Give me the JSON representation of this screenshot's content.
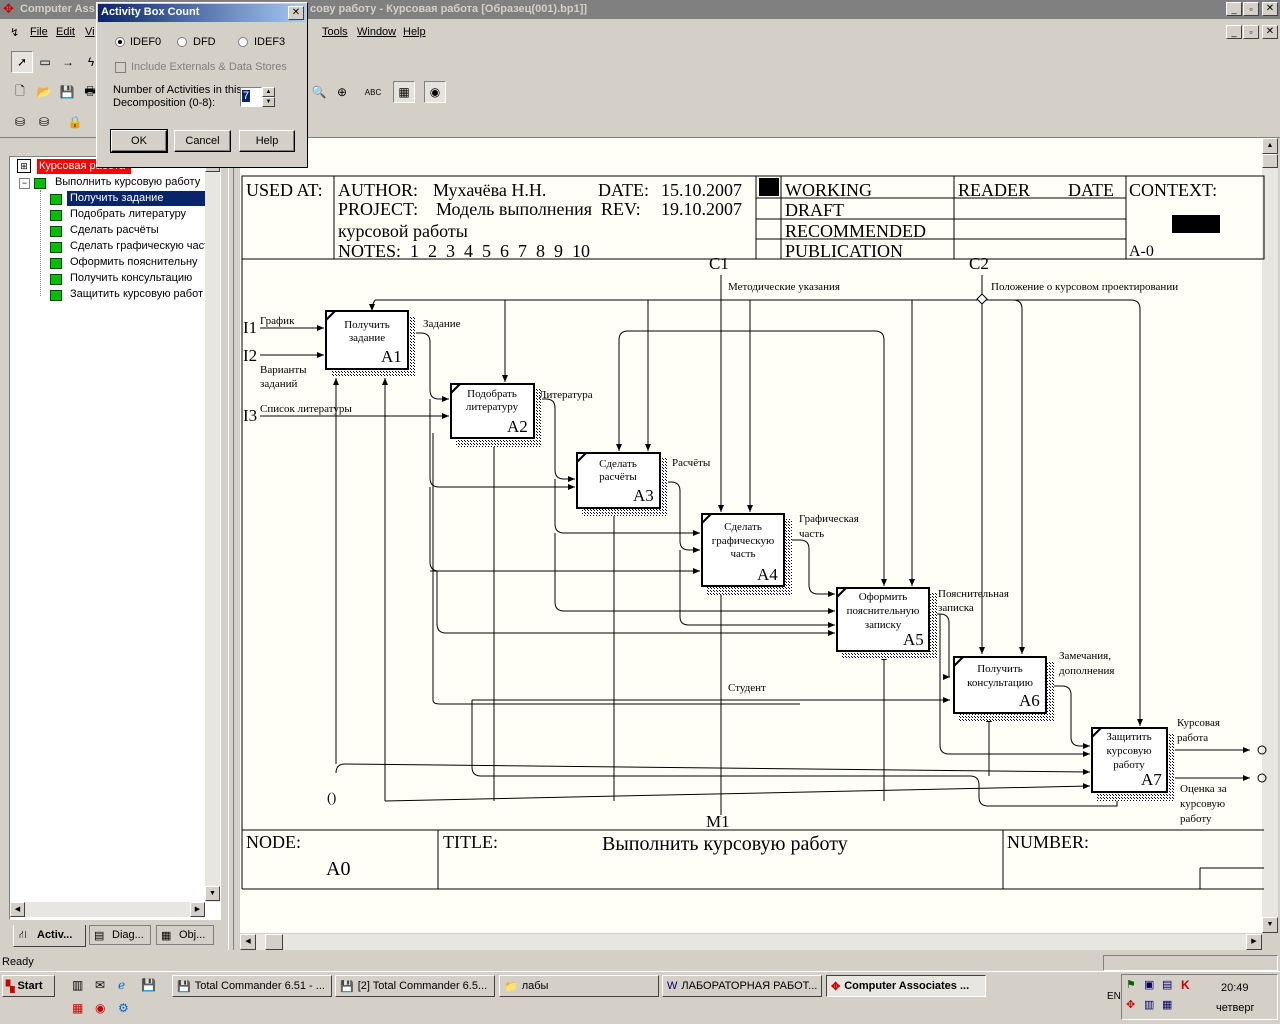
{
  "app": {
    "title_visible_left": "Computer Ass",
    "title_visible_right": "сову работу - Курсовая работа  [Образец(001).bp1]]",
    "menu": [
      "File",
      "Edit",
      "Vi",
      "Tools",
      "Window",
      "Help"
    ]
  },
  "dialog": {
    "title": "Activity Box Count",
    "radios": [
      "IDEF0",
      "DFD",
      "IDEF3"
    ],
    "checkbox_label": "Include Externals & Data Stores",
    "count_label_line1": "Number of Activities in this",
    "count_label_line2": "Decomposition (0-8):",
    "count_value": "7",
    "ok": "OK",
    "cancel": "Cancel",
    "help": "Help"
  },
  "tree": {
    "root": "Курсовая работа",
    "parent": "Выполнить курсовую работу",
    "items": [
      "Получить  задание",
      "Подобрать литературу",
      "Сделать расчёты",
      "Сделать графическую част",
      "Оформить пояснительну",
      "Получить консультацию",
      "Защитить курсовую работ"
    ],
    "tabs": [
      "Activ...",
      "Diag...",
      "Obj..."
    ]
  },
  "frame": {
    "used_at": "USED AT:",
    "author_label": "AUTHOR:",
    "author": "Мухачёва Н.Н.",
    "date_label": "DATE:",
    "date": "15.10.2007",
    "project_label": "PROJECT:",
    "project": "Модель выполнения",
    "project2": "курсовой работы",
    "rev_label": "REV:",
    "rev": "19.10.2007",
    "notes": "NOTES:  1  2  3  4  5  6  7  8  9  10",
    "working": "WORKING",
    "draft": "DRAFT",
    "recommended": "RECOMMENDED",
    "publication": "PUBLICATION",
    "reader": "READER",
    "date2": "DATE",
    "context": "CONTEXT:",
    "context_id": "A-0",
    "node_label": "NODE:",
    "node": "A0",
    "title_label": "TITLE:",
    "title": "Выполнить курсовую работу",
    "number_label": "NUMBER:"
  },
  "diagram": {
    "boxes": [
      {
        "l1": "Получить",
        "l2": "задание",
        "l3": "",
        "id": "A1"
      },
      {
        "l1": "Подобрать",
        "l2": "литературу",
        "l3": "",
        "id": "A2"
      },
      {
        "l1": "Сделать",
        "l2": "расчёты",
        "l3": "",
        "id": "A3"
      },
      {
        "l1": "Сделать",
        "l2": "графическую",
        "l3": "часть",
        "id": "A4"
      },
      {
        "l1": "Оформить",
        "l2": "пояснительную",
        "l3": "записку",
        "id": "A5"
      },
      {
        "l1": "Получить",
        "l2": "консультацию",
        "l3": "",
        "id": "A6"
      },
      {
        "l1": "Защитить",
        "l2": "курсовую",
        "l3": "работу",
        "id": "A7"
      }
    ],
    "labels": {
      "c1": "C1",
      "c2": "C2",
      "m1": "M1",
      "i1": "I1",
      "i2": "I2",
      "i3": "I3",
      "metod": "Методические указания",
      "polozh": "Положение о курсовом проектировании",
      "grafik": "График",
      "varianty1": "Варианты",
      "varianty2": "заданий",
      "spisok": "Список литературы",
      "zadanie": "Задание",
      "literatura": "Литература",
      "raschety": "Расчёты",
      "graf1": "Графическая",
      "graf2": "часть",
      "poyasn1": "Пояснительная",
      "poyasn2": "записка",
      "zamech1": "Замечания,",
      "zamech2": "дополнения",
      "student": "Студент",
      "kurs1": "Курсовая",
      "kurs2": "работа",
      "ocenka1": "Оценка за",
      "ocenka2": "курсовую",
      "ocenka3": "работу",
      "tunnel": "()"
    }
  },
  "status": "Ready",
  "taskbar": {
    "start": "Start",
    "buttons": [
      "Total Commander 6.51 - ...",
      "[2] Total Commander 6.5...",
      "лабы",
      "ЛАБОРАТОРНАЯ РАБОТ...",
      "Computer Associates ..."
    ],
    "lang": "EN",
    "time": "20:49",
    "day": "четверг"
  }
}
